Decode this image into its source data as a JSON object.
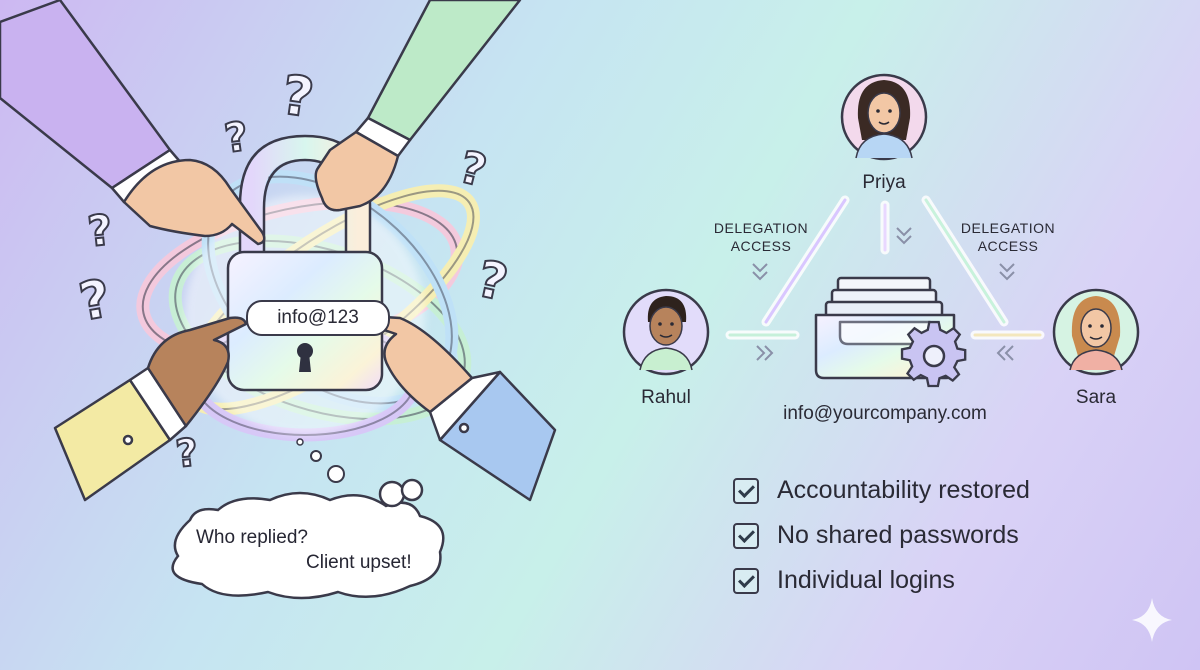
{
  "left_scene": {
    "password_text": "info@123",
    "speech_bubble": {
      "line1": "Who replied?",
      "line2": "Client upset!"
    },
    "question_mark": "?"
  },
  "right_scene": {
    "people": {
      "top": "Priya",
      "left": "Rahul",
      "right": "Sara"
    },
    "delegation_label_left": "DELEGATION\nACCESS",
    "delegation_label_right": "DELEGATION\nACCESS",
    "shared_mailbox_email": "info@yourcompany.com",
    "benefits": [
      "Accountability restored",
      "No shared passwords",
      "Individual logins"
    ]
  },
  "colors": {
    "outline": "#3a3a4a",
    "lavender_sleeve": "#c9b2f0",
    "green_sleeve": "#bdeac8",
    "yellow_sleeve": "#f3eaa4",
    "blue_sleeve": "#a8c8f0",
    "skin": "#f2c7a5",
    "skin_dark": "#b7835c"
  },
  "icons": [
    "padlock-icon",
    "keyhole-icon",
    "inbox-tray-icon",
    "gear-icon",
    "checkbox-icon",
    "sparkle-icon",
    "question-mark-icon"
  ]
}
